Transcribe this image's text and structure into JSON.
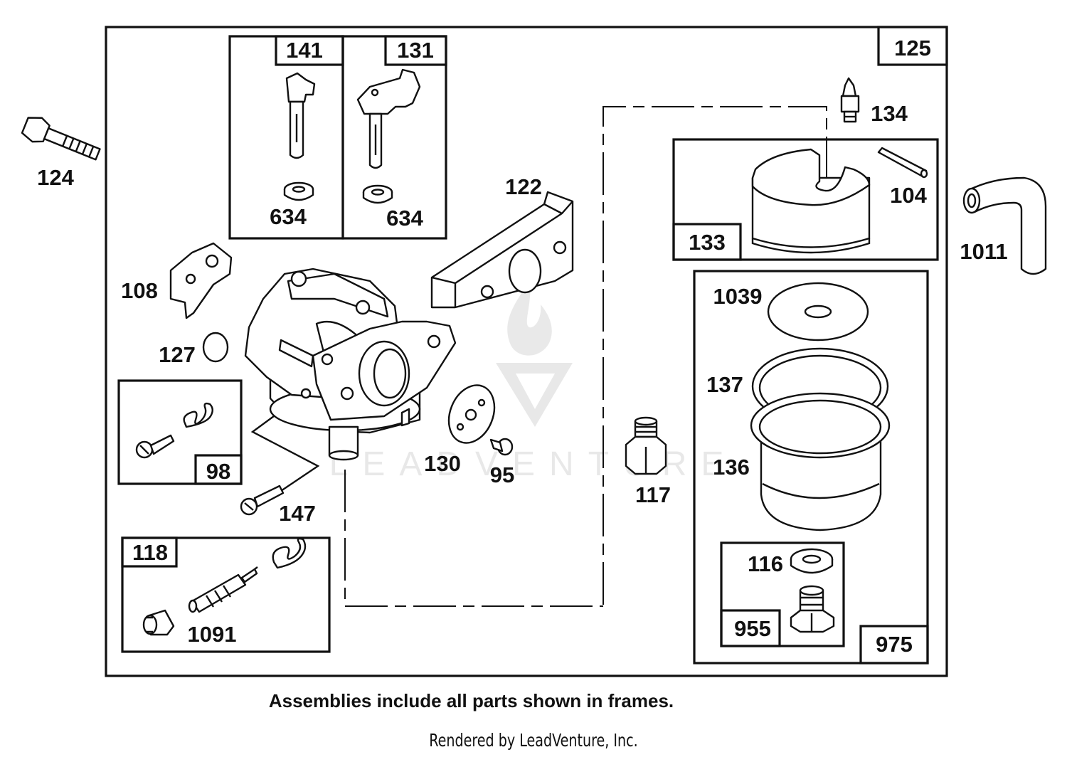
{
  "labels": {
    "p124": "124",
    "p141": "141",
    "p131": "131",
    "p634a": "634",
    "p634b": "634",
    "p125": "125",
    "p134": "134",
    "p122": "122",
    "p104": "104",
    "p133": "133",
    "p1011": "1011",
    "p108": "108",
    "p127": "127",
    "p1039": "1039",
    "p137": "137",
    "p98": "98",
    "p130": "130",
    "p95": "95",
    "p117": "117",
    "p136": "136",
    "p147": "147",
    "p118": "118",
    "p116": "116",
    "p1091": "1091",
    "p955": "955",
    "p975": "975"
  },
  "watermark": "LEADVENTURE",
  "caption": "Assemblies include all parts shown in frames.",
  "credit": "Rendered by LeadVenture, Inc."
}
